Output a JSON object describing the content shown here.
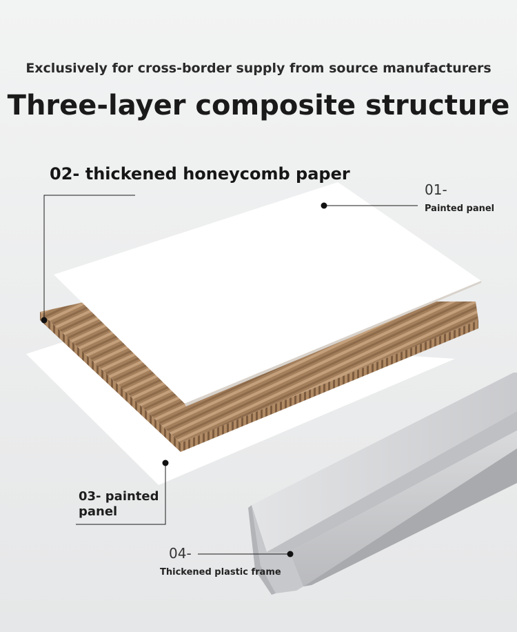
{
  "header": {
    "subtitle": "Exclusively for cross-border supply from source manufacturers",
    "title": "Three-layer composite structure"
  },
  "callouts": {
    "layer_02": "02- thickened honeycomb paper",
    "layer_01_number": "01-",
    "layer_01_name": "Painted panel",
    "layer_03": "03- painted panel",
    "layer_04_number": "04-",
    "layer_04_name": "Thickened plastic frame"
  },
  "colors": {
    "background": "#eceded",
    "panel": "#ffffff",
    "honeycomb": "#a8835f",
    "frame": "#d4d5d7",
    "leader_line": "#1a1a1a"
  }
}
